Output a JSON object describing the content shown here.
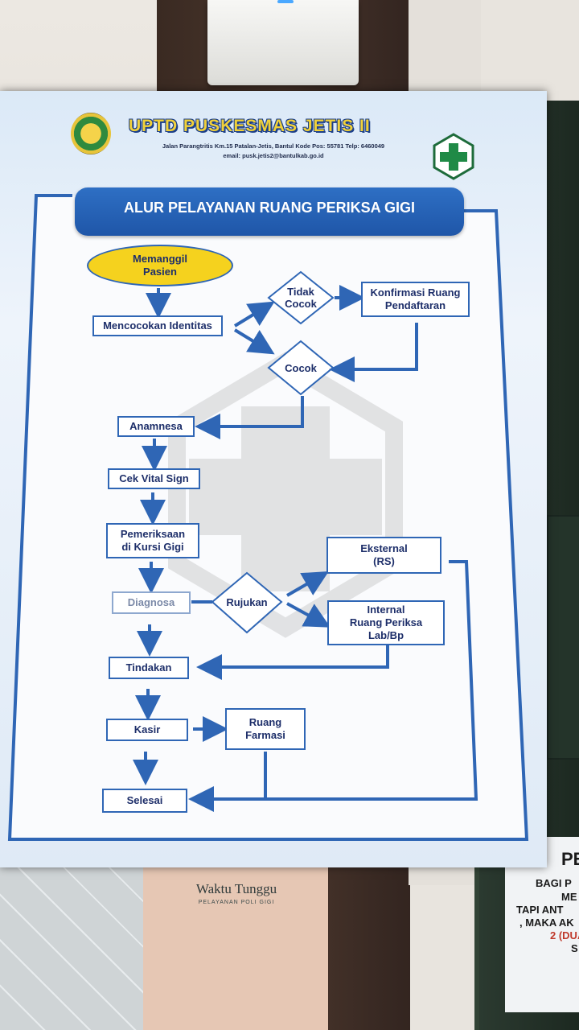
{
  "header": {
    "title": "UPTD PUSKESMAS JETIS II",
    "address": "Jalan Parangtritis Km.15 Patalan-Jetis, Bantul Kode Pos: 55781 Telp: 6460049",
    "email": "email: pusk.jetis2@bantulkab.go.id"
  },
  "banner": {
    "title": "ALUR PELAYANAN RUANG PERIKSA GIGI"
  },
  "flow": {
    "start": "Memanggil\nPasien",
    "identity": "Mencocokan Identitas",
    "not_match": "Tidak\nCocok",
    "confirm": "Konfirmasi Ruang\nPendaftaran",
    "match": "Cocok",
    "anamnesa": "Anamnesa",
    "vital": "Cek Vital Sign",
    "exam": "Pemeriksaan\ndi Kursi Gigi",
    "diagnosa": "Diagnosa",
    "rujukan": "Rujukan",
    "external": "Eksternal\n(RS)",
    "internal": "Internal\nRuang Periksa\nLab/Bp",
    "tindakan": "Tindakan",
    "kasir": "Kasir",
    "farmasi": "Ruang\nFarmasi",
    "selesai": "Selesai"
  },
  "lower_poster": {
    "title": "Waktu Tunggu",
    "subtitle": "PELAYANAN POLI GIGI"
  },
  "side_poster": {
    "lines": [
      "PE",
      "BAGI P",
      "ME",
      "TAPI ANT",
      ", MAKA AK",
      "2 (DUA",
      "S"
    ]
  },
  "colors": {
    "primary_blue": "#2f66b5",
    "start_yellow": "#f5d21e",
    "title_yellow": "#f1d13a"
  }
}
